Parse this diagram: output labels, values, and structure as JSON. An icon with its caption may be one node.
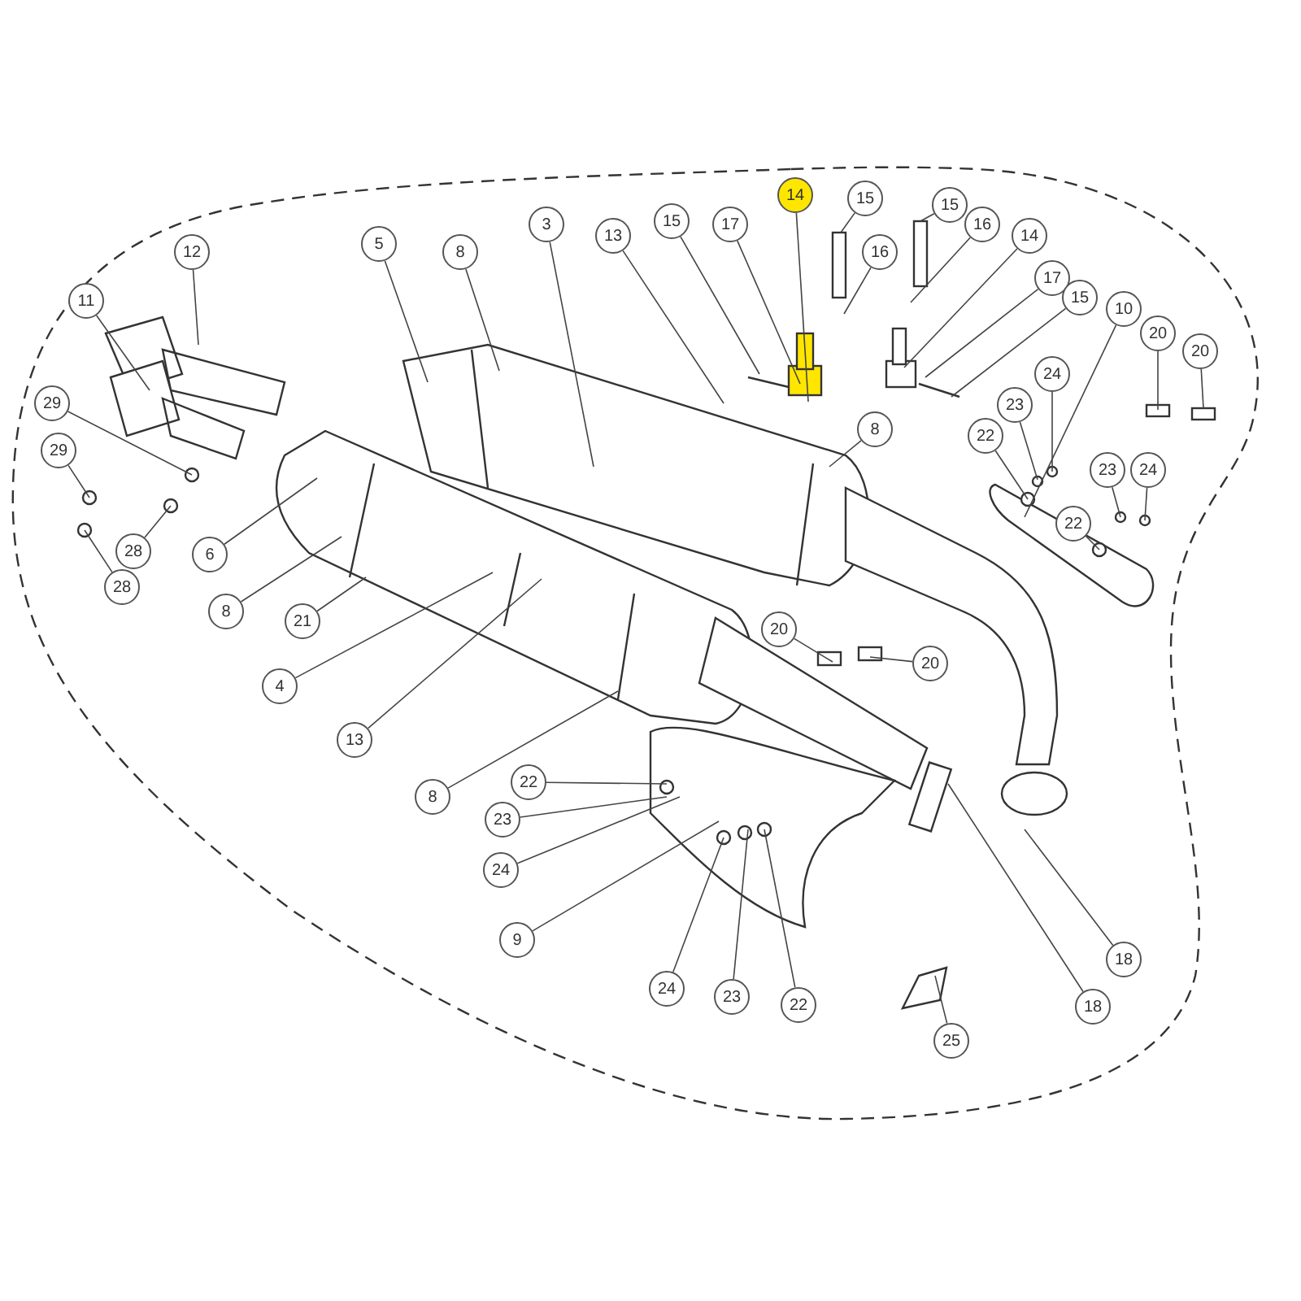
{
  "diagram": {
    "nodes": [
      {
        "text": [
          "12"
        ]
      },
      {
        "text": [
          "11"
        ]
      },
      {
        "text": [
          "29"
        ]
      },
      {
        "text": [
          "29"
        ]
      },
      {
        "text": [
          "28"
        ]
      },
      {
        "text": [
          "28"
        ]
      },
      {
        "text": [
          "6"
        ]
      },
      {
        "text": [
          "8"
        ]
      },
      {
        "text": [
          "21"
        ]
      },
      {
        "text": [
          "4"
        ]
      },
      {
        "text": [
          "13"
        ]
      },
      {
        "text": [
          "5"
        ]
      },
      {
        "text": [
          "8"
        ]
      },
      {
        "text": [
          "3"
        ]
      },
      {
        "text": [
          "13"
        ]
      },
      {
        "text": [
          "15"
        ]
      },
      {
        "text": [
          "17"
        ]
      },
      {
        "text": [
          "14"
        ]
      },
      {
        "text": [
          "15"
        ]
      },
      {
        "text": [
          "16"
        ]
      },
      {
        "text": [
          "15"
        ]
      },
      {
        "text": [
          "16"
        ]
      },
      {
        "text": [
          "14"
        ]
      },
      {
        "text": [
          "17"
        ]
      },
      {
        "text": [
          "15"
        ]
      },
      {
        "text": [
          "10"
        ]
      },
      {
        "text": [
          "20"
        ]
      },
      {
        "text": [
          "20"
        ]
      },
      {
        "text": [
          "24"
        ]
      },
      {
        "text": [
          "23"
        ]
      },
      {
        "text": [
          "22"
        ]
      },
      {
        "text": [
          "24"
        ]
      },
      {
        "text": [
          "23"
        ]
      },
      {
        "text": [
          "22"
        ]
      },
      {
        "text": [
          "8"
        ]
      },
      {
        "text": [
          "20"
        ]
      },
      {
        "text": [
          "20"
        ]
      },
      {
        "text": [
          "8"
        ]
      },
      {
        "text": [
          "22"
        ]
      },
      {
        "text": [
          "23"
        ]
      },
      {
        "text": [
          "24"
        ]
      },
      {
        "text": [
          "9"
        ]
      },
      {
        "text": [
          "24"
        ]
      },
      {
        "text": [
          "23"
        ]
      },
      {
        "text": [
          "22"
        ]
      },
      {
        "text": [
          "18"
        ]
      },
      {
        "text": [
          "18"
        ]
      },
      {
        "text": [
          "25"
        ]
      }
    ],
    "edges": [
      {
        "from": 0,
        "to": null,
        "arrow": "none"
      },
      {
        "from": 1,
        "to": null,
        "arrow": "none"
      },
      {
        "from": 2,
        "to": null,
        "arrow": "none"
      },
      {
        "from": 3,
        "to": null,
        "arrow": "none"
      },
      {
        "from": 4,
        "to": null,
        "arrow": "none"
      },
      {
        "from": 5,
        "to": null,
        "arrow": "none"
      },
      {
        "from": 6,
        "to": null,
        "arrow": "none"
      },
      {
        "from": 7,
        "to": null,
        "arrow": "none"
      },
      {
        "from": 8,
        "to": null,
        "arrow": "none"
      },
      {
        "from": 9,
        "to": null,
        "arrow": "none"
      },
      {
        "from": 10,
        "to": null,
        "arrow": "none"
      },
      {
        "from": 11,
        "to": null,
        "arrow": "none"
      },
      {
        "from": 12,
        "to": null,
        "arrow": "none"
      },
      {
        "from": 13,
        "to": null,
        "arrow": "none"
      },
      {
        "from": 14,
        "to": null,
        "arrow": "none"
      },
      {
        "from": 15,
        "to": null,
        "arrow": "none"
      },
      {
        "from": 16,
        "to": null,
        "arrow": "none"
      },
      {
        "from": 17,
        "to": null,
        "arrow": "none"
      },
      {
        "from": 18,
        "to": null,
        "arrow": "none"
      },
      {
        "from": 19,
        "to": null,
        "arrow": "none"
      },
      {
        "from": 20,
        "to": null,
        "arrow": "none"
      },
      {
        "from": 21,
        "to": null,
        "arrow": "none"
      },
      {
        "from": 22,
        "to": null,
        "arrow": "none"
      },
      {
        "from": 23,
        "to": null,
        "arrow": "none"
      },
      {
        "from": 24,
        "to": null,
        "arrow": "none"
      },
      {
        "from": 25,
        "to": null,
        "arrow": "none"
      },
      {
        "from": 26,
        "to": null,
        "arrow": "none"
      },
      {
        "from": 27,
        "to": null,
        "arrow": "none"
      },
      {
        "from": 28,
        "to": null,
        "arrow": "none"
      },
      {
        "from": 29,
        "to": null,
        "arrow": "none"
      },
      {
        "from": 30,
        "to": null,
        "arrow": "none"
      },
      {
        "from": 31,
        "to": null,
        "arrow": "none"
      },
      {
        "from": 32,
        "to": null,
        "arrow": "none"
      },
      {
        "from": 33,
        "to": null,
        "arrow": "none"
      },
      {
        "from": 34,
        "to": null,
        "arrow": "none"
      },
      {
        "from": 35,
        "to": null,
        "arrow": "none"
      },
      {
        "from": 36,
        "to": null,
        "arrow": "none"
      },
      {
        "from": 37,
        "to": null,
        "arrow": "none"
      },
      {
        "from": 38,
        "to": null,
        "arrow": "none"
      },
      {
        "from": 39,
        "to": null,
        "arrow": "none"
      },
      {
        "from": 40,
        "to": null,
        "arrow": "none"
      },
      {
        "from": 41,
        "to": null,
        "arrow": "none"
      },
      {
        "from": 42,
        "to": null,
        "arrow": "none"
      },
      {
        "from": 43,
        "to": null,
        "arrow": "none"
      },
      {
        "from": 44,
        "to": null,
        "arrow": "none"
      },
      {
        "from": 45,
        "to": null,
        "arrow": "none"
      },
      {
        "from": 46,
        "to": null,
        "arrow": "none"
      },
      {
        "from": 47,
        "to": null,
        "arrow": "none"
      }
    ]
  }
}
